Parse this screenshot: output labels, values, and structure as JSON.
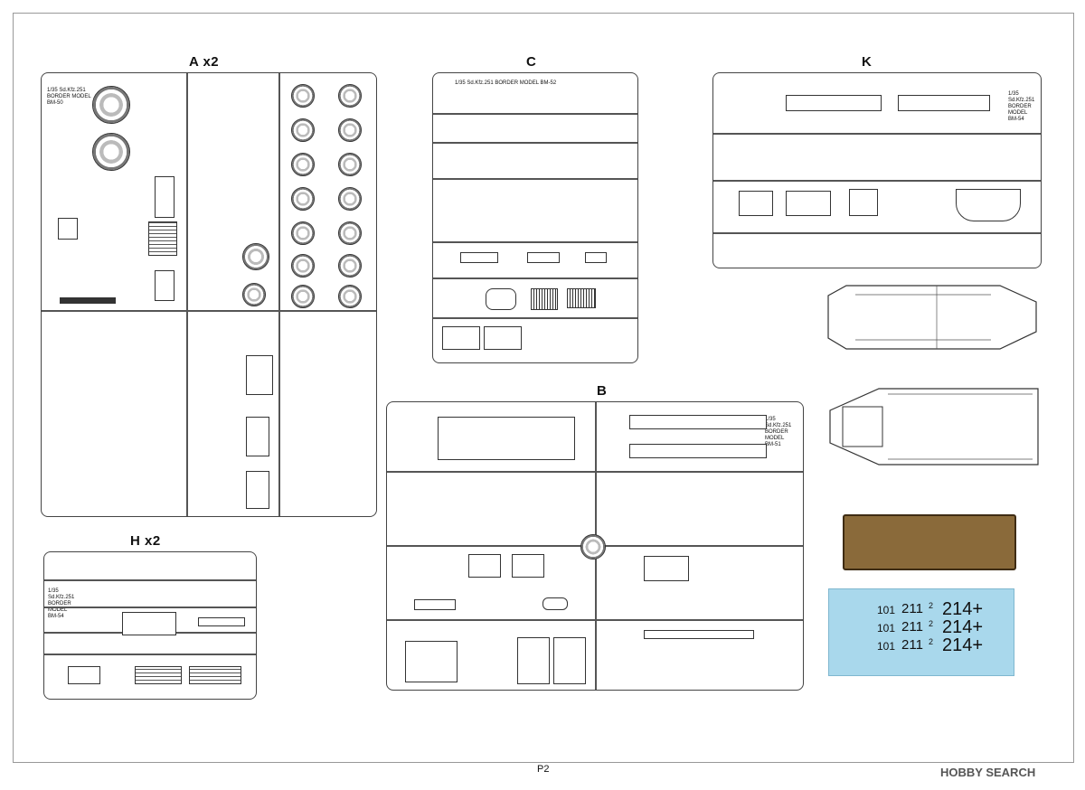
{
  "sprues": {
    "a": {
      "label": "A x2",
      "brand": [
        "1/35 Sd.Kfz.251",
        "BORDER MODEL",
        "BM-50"
      ]
    },
    "c": {
      "label": "C",
      "brand": [
        "1/35 Sd.Kfz.251",
        "BORDER MODEL",
        "BM-52"
      ]
    },
    "k": {
      "label": "K",
      "brand": [
        "1/35 Sd.Kfz.251",
        "BORDER MODEL",
        "BM-54"
      ]
    },
    "b": {
      "label": "B",
      "brand": [
        "1/35 Sd.Kfz.251",
        "BORDER MODEL",
        "BM-51"
      ]
    },
    "h": {
      "label": "H x2",
      "brand": [
        "1/35 Sd.Kfz.251",
        "BORDER MODEL",
        "BM-54"
      ]
    }
  },
  "decals": {
    "row1": {
      "left": "101",
      "mid": "211",
      "sup": "2",
      "right": "214+"
    },
    "row2": {
      "left": "101",
      "mid": "211",
      "sup": "2",
      "right": "214+"
    },
    "row3": {
      "left": "101",
      "mid": "211",
      "sup": "2",
      "right": "214+"
    }
  },
  "page": {
    "number": "P2"
  },
  "footer": {
    "watermark": "HOBBY SEARCH"
  }
}
